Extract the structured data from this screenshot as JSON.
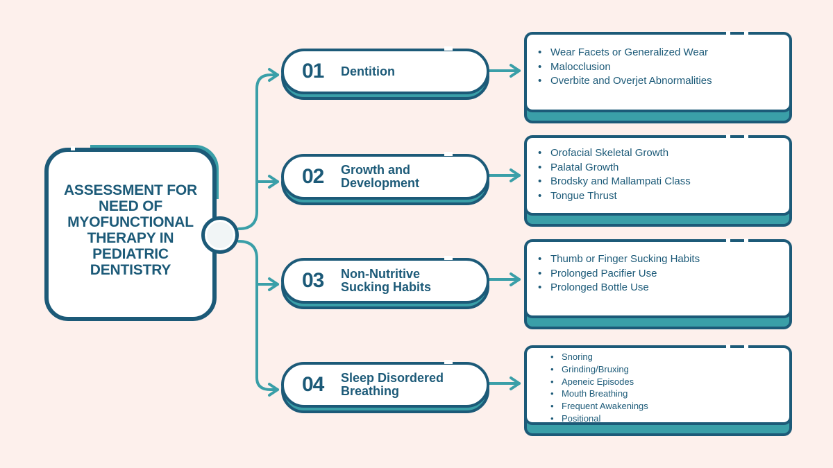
{
  "main": {
    "title": "ASSESSMENT FOR NEED OF MYOFUNCTIONAL THERAPY IN PEDIATRIC DENTISTRY"
  },
  "colors": {
    "background": "#fdf0ec",
    "primary": "#1c5a78",
    "accent": "#3a9fa8",
    "card": "#ffffff"
  },
  "branches": [
    {
      "number": "01",
      "label": "Dentition",
      "items": [
        "Wear Facets or Generalized Wear",
        "Malocclusion",
        "Overbite and Overjet Abnormalities"
      ]
    },
    {
      "number": "02",
      "label": "Growth and Development",
      "items": [
        "Orofacial Skeletal Growth",
        "Palatal Growth",
        "Brodsky and Mallampati Class",
        "Tongue Thrust"
      ]
    },
    {
      "number": "03",
      "label": "Non-Nutritive Sucking Habits",
      "items": [
        "Thumb or Finger Sucking Habits",
        "Prolonged Pacifier Use",
        "Prolonged Bottle Use"
      ]
    },
    {
      "number": "04",
      "label": "Sleep Disordered Breathing",
      "items": [
        "Snoring",
        "Grinding/Bruxing",
        "Apeneic Episodes",
        "Mouth Breathing",
        "Frequent Awakenings",
        "Positional"
      ]
    }
  ]
}
